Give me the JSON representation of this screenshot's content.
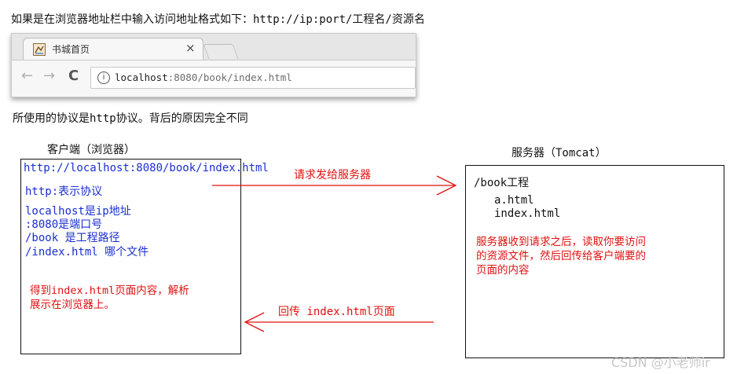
{
  "intro_text": "如果是在浏览器地址栏中输入访问地址格式如下：http://ip:port/工程名/资源名",
  "browser": {
    "tab_title": "书城首页",
    "close_symbol": "×",
    "back_symbol": "←",
    "forward_symbol": "→",
    "reload_symbol": "C",
    "info_symbol": "i",
    "url_host": "localhost",
    "url_rest": ":8080/book/index.html"
  },
  "protocol_note": "所使用的协议是http协议。背后的原因完全不同",
  "client": {
    "label": "客户端（浏览器）",
    "url": "http://localhost:8080/book/index.html",
    "lines": [
      "http:表示协议",
      "localhost是ip地址",
      ":8080是端口号",
      "/book 是工程路径",
      "/index.html 哪个文件"
    ],
    "result_lines": [
      "得到index.html页面内容，解析",
      "展示在浏览器上。"
    ]
  },
  "server": {
    "label": "服务器（Tomcat）",
    "project": "/book工程",
    "files": [
      "a.html",
      "index.html"
    ],
    "note_lines": [
      "服务器收到请求之后，读取你要访问",
      "的资源文件，然后回传给客户端要的",
      "页面的内容"
    ]
  },
  "arrows": {
    "request_label": "请求发给服务器",
    "response_label": "回传 index.html页面"
  },
  "watermark": "CSDN @小老师ir",
  "colors": {
    "blue_text": "#1a2fd0",
    "red_text": "#e01010",
    "arrow": "#e01010"
  }
}
